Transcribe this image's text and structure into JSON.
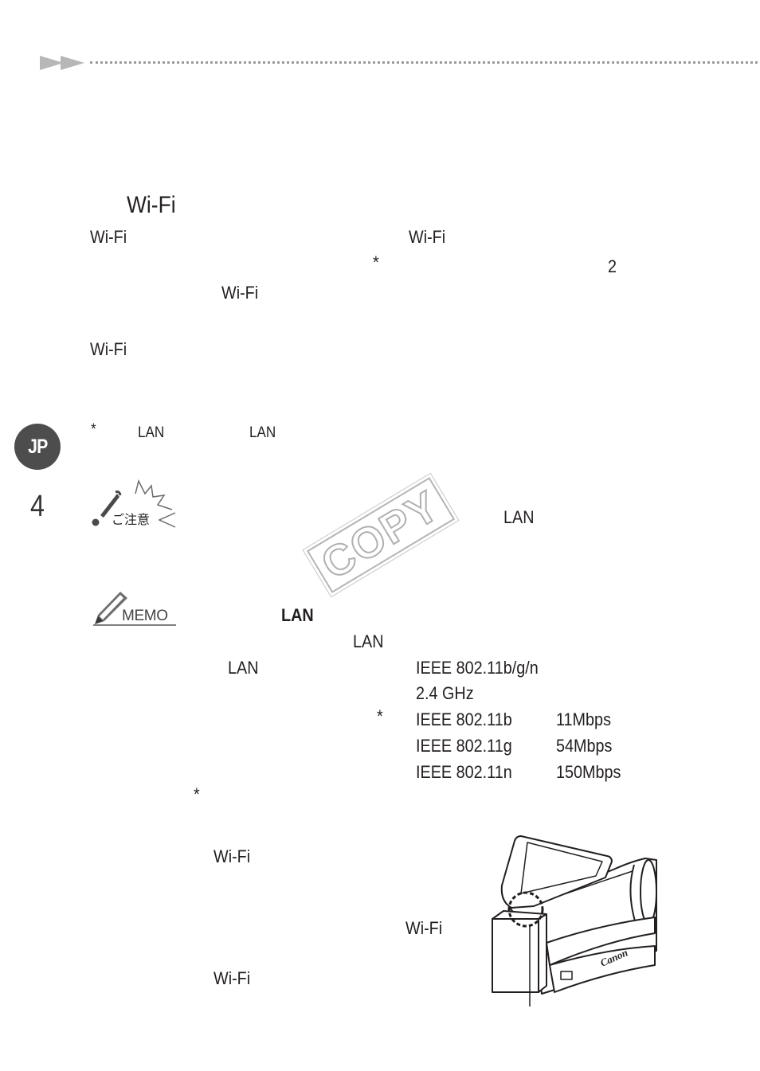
{
  "colors": {
    "text": "#231f20",
    "badge": "#4d4d4d",
    "accent_gray": "#b5b5b5"
  },
  "header": {
    "arrow_icon": "double-arrow-icon"
  },
  "title": "Wi-Fi",
  "intro": {
    "wifi_1": "Wi-Fi",
    "wifi_2": "Wi-Fi",
    "asterisk": "*",
    "number": "2",
    "wifi_3": "Wi-Fi",
    "wifi_4": "Wi-Fi"
  },
  "footnote": {
    "asterisk": "*",
    "lan_1": "LAN",
    "lan_2": "LAN"
  },
  "side_tab": {
    "language": "JP",
    "page_number": "4"
  },
  "caution": {
    "icon": "caution-icon",
    "icon_label": "ご注意",
    "lan": "LAN"
  },
  "watermark": {
    "text": "COPY"
  },
  "memo": {
    "icon": "memo-pencil-icon",
    "icon_label": "MEMO",
    "heading": "LAN",
    "lan_1": "LAN",
    "spec_label": "LAN",
    "standard": "IEEE 802.11b/g/n",
    "band": "2.4 GHz",
    "asterisk": "*",
    "speeds": [
      {
        "standard": "IEEE 802.11b",
        "rate": "11Mbps"
      },
      {
        "standard": "IEEE 802.11g",
        "rate": "54Mbps"
      },
      {
        "standard": "IEEE 802.11n",
        "rate": "150Mbps"
      }
    ],
    "footnote_asterisk": "*"
  },
  "antenna": {
    "wifi_1": "Wi-Fi",
    "wifi_2": "Wi-Fi",
    "wifi_3": "Wi-Fi"
  },
  "illustration": {
    "name": "camcorder-antenna-location",
    "logo_text": "Canon"
  }
}
